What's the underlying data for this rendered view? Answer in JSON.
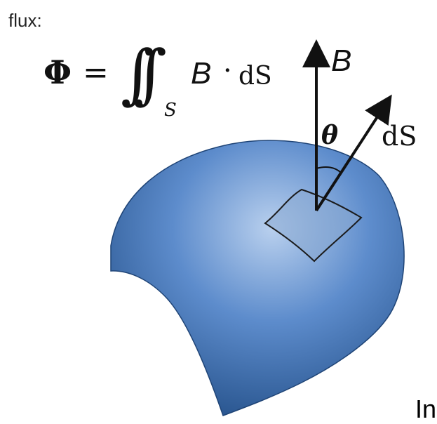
{
  "heading": "flux:",
  "equation": {
    "lhs": "Φ",
    "equals": "=",
    "integral": "∫∫",
    "subscript": "S",
    "vector_b": "B",
    "dot": "·",
    "ds": "dS"
  },
  "labels": {
    "b_arrow": "B",
    "theta": "θ",
    "ds_arrow": "dS"
  },
  "corner_text": "In",
  "colors": {
    "surface_dark": "#27568f",
    "surface_mid": "#4a7bbf",
    "surface_light": "#a9c4e6",
    "patch": "#7d9fcc"
  }
}
